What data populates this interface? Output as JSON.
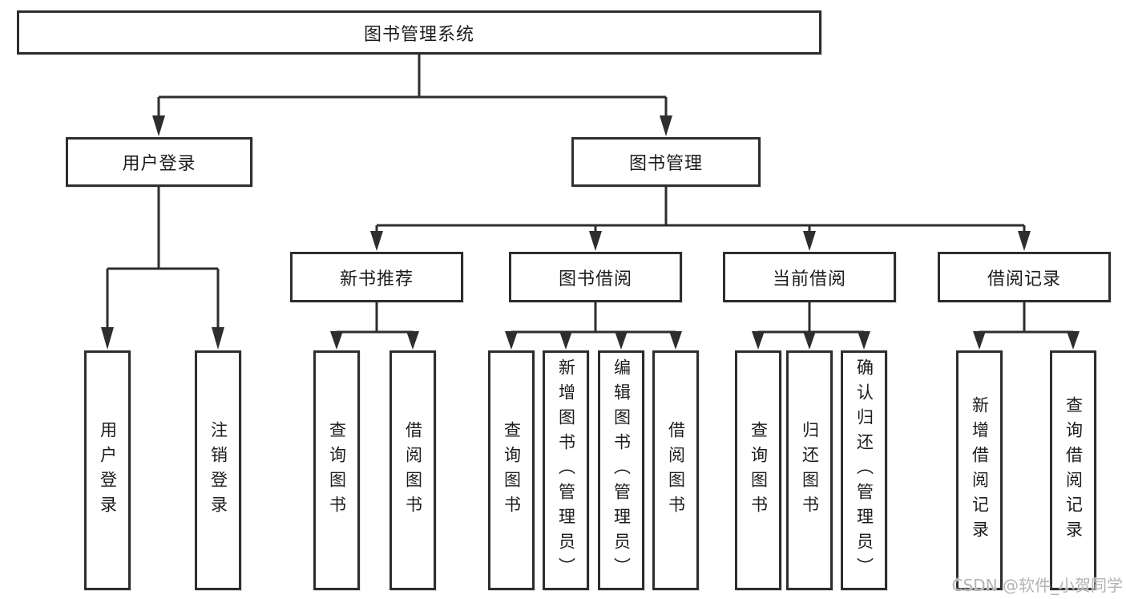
{
  "diagram": {
    "root": {
      "label": "图书管理系统"
    },
    "branches": [
      {
        "label": "用户登录",
        "children": [
          {
            "label": "用户登录"
          },
          {
            "label": "注销登录"
          }
        ]
      },
      {
        "label": "图书管理",
        "children": [
          {
            "label": "新书推荐",
            "children": [
              {
                "label": "查询图书"
              },
              {
                "label": "借阅图书"
              }
            ]
          },
          {
            "label": "图书借阅",
            "children": [
              {
                "label": "查询图书"
              },
              {
                "label": "新增图书（管理员）"
              },
              {
                "label": "编辑图书（管理员）"
              },
              {
                "label": "借阅图书"
              }
            ]
          },
          {
            "label": "当前借阅",
            "children": [
              {
                "label": "查询图书"
              },
              {
                "label": "归还图书"
              },
              {
                "label": "确认归还（管理员）"
              }
            ]
          },
          {
            "label": "借阅记录",
            "children": [
              {
                "label": "新增借阅记录"
              },
              {
                "label": "查询借阅记录"
              }
            ]
          }
        ]
      }
    ]
  },
  "watermark": {
    "label": "CSDN @软件_小贺同学"
  },
  "colors": {
    "line": "#2e2e2e",
    "text": "#1c1c1c",
    "watermark": "#b3b3b3",
    "background": "#ffffff"
  }
}
